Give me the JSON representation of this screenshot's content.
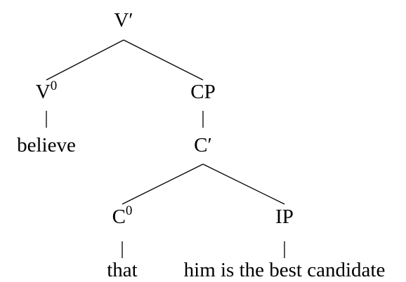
{
  "tree": {
    "root": {
      "label": "V",
      "prime": "′"
    },
    "v0": {
      "label": "V",
      "sup": "0"
    },
    "believe": "believe",
    "cp": {
      "label": "CP"
    },
    "cbar": {
      "label": "C",
      "prime": "′"
    },
    "c0": {
      "label": "C",
      "sup": "0"
    },
    "ip": {
      "label": "IP"
    },
    "that": "that",
    "clause": "him is the best candidate"
  }
}
